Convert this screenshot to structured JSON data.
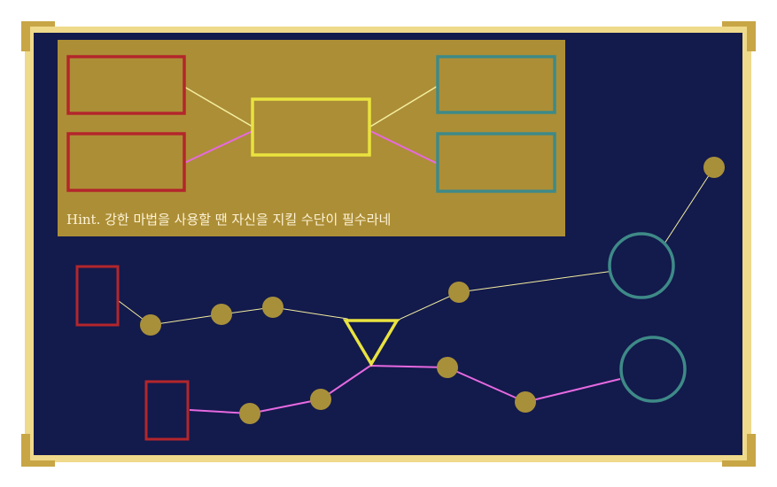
{
  "hint": {
    "text": "Hint. 강한 마법을 사용할 땐 자신을 지킬 수단이 필수라네"
  },
  "colors": {
    "board_background": "#131a4c",
    "frame_gold": "#efd98a",
    "frame_corner": "#c8a646",
    "hint_panel": "#ac8e36",
    "node_fill": "#a8903a",
    "red_outline": "#b3262b",
    "teal_outline": "#3e8a88",
    "yellow_outline": "#e9e33f",
    "pale_yellow_line": "#f4eea0",
    "pink_line": "#e669e0"
  },
  "legend_shapes": [
    {
      "name": "legend-red-box-top",
      "shape": "rect",
      "color": "red_outline"
    },
    {
      "name": "legend-red-box-bottom",
      "shape": "rect",
      "color": "red_outline"
    },
    {
      "name": "legend-yellow-box-center",
      "shape": "rect",
      "color": "yellow_outline"
    },
    {
      "name": "legend-teal-box-top",
      "shape": "rect",
      "color": "teal_outline"
    },
    {
      "name": "legend-teal-box-bottom",
      "shape": "rect",
      "color": "teal_outline"
    }
  ],
  "puzzle_nodes": [
    {
      "name": "start-red-box-upper",
      "shape": "rect",
      "color": "red_outline",
      "interactable": true
    },
    {
      "name": "start-red-box-lower",
      "shape": "rect",
      "color": "red_outline",
      "interactable": true
    },
    {
      "name": "yellow-triangle-junction",
      "shape": "triangle",
      "color": "yellow_outline",
      "interactable": true
    },
    {
      "name": "end-teal-circle-upper",
      "shape": "circle",
      "color": "teal_outline",
      "interactable": true
    },
    {
      "name": "end-teal-circle-lower",
      "shape": "circle",
      "color": "teal_outline",
      "interactable": true
    }
  ],
  "path_dots": {
    "upper_path_count": 4,
    "lower_path_count": 4,
    "branch_count": 1
  }
}
